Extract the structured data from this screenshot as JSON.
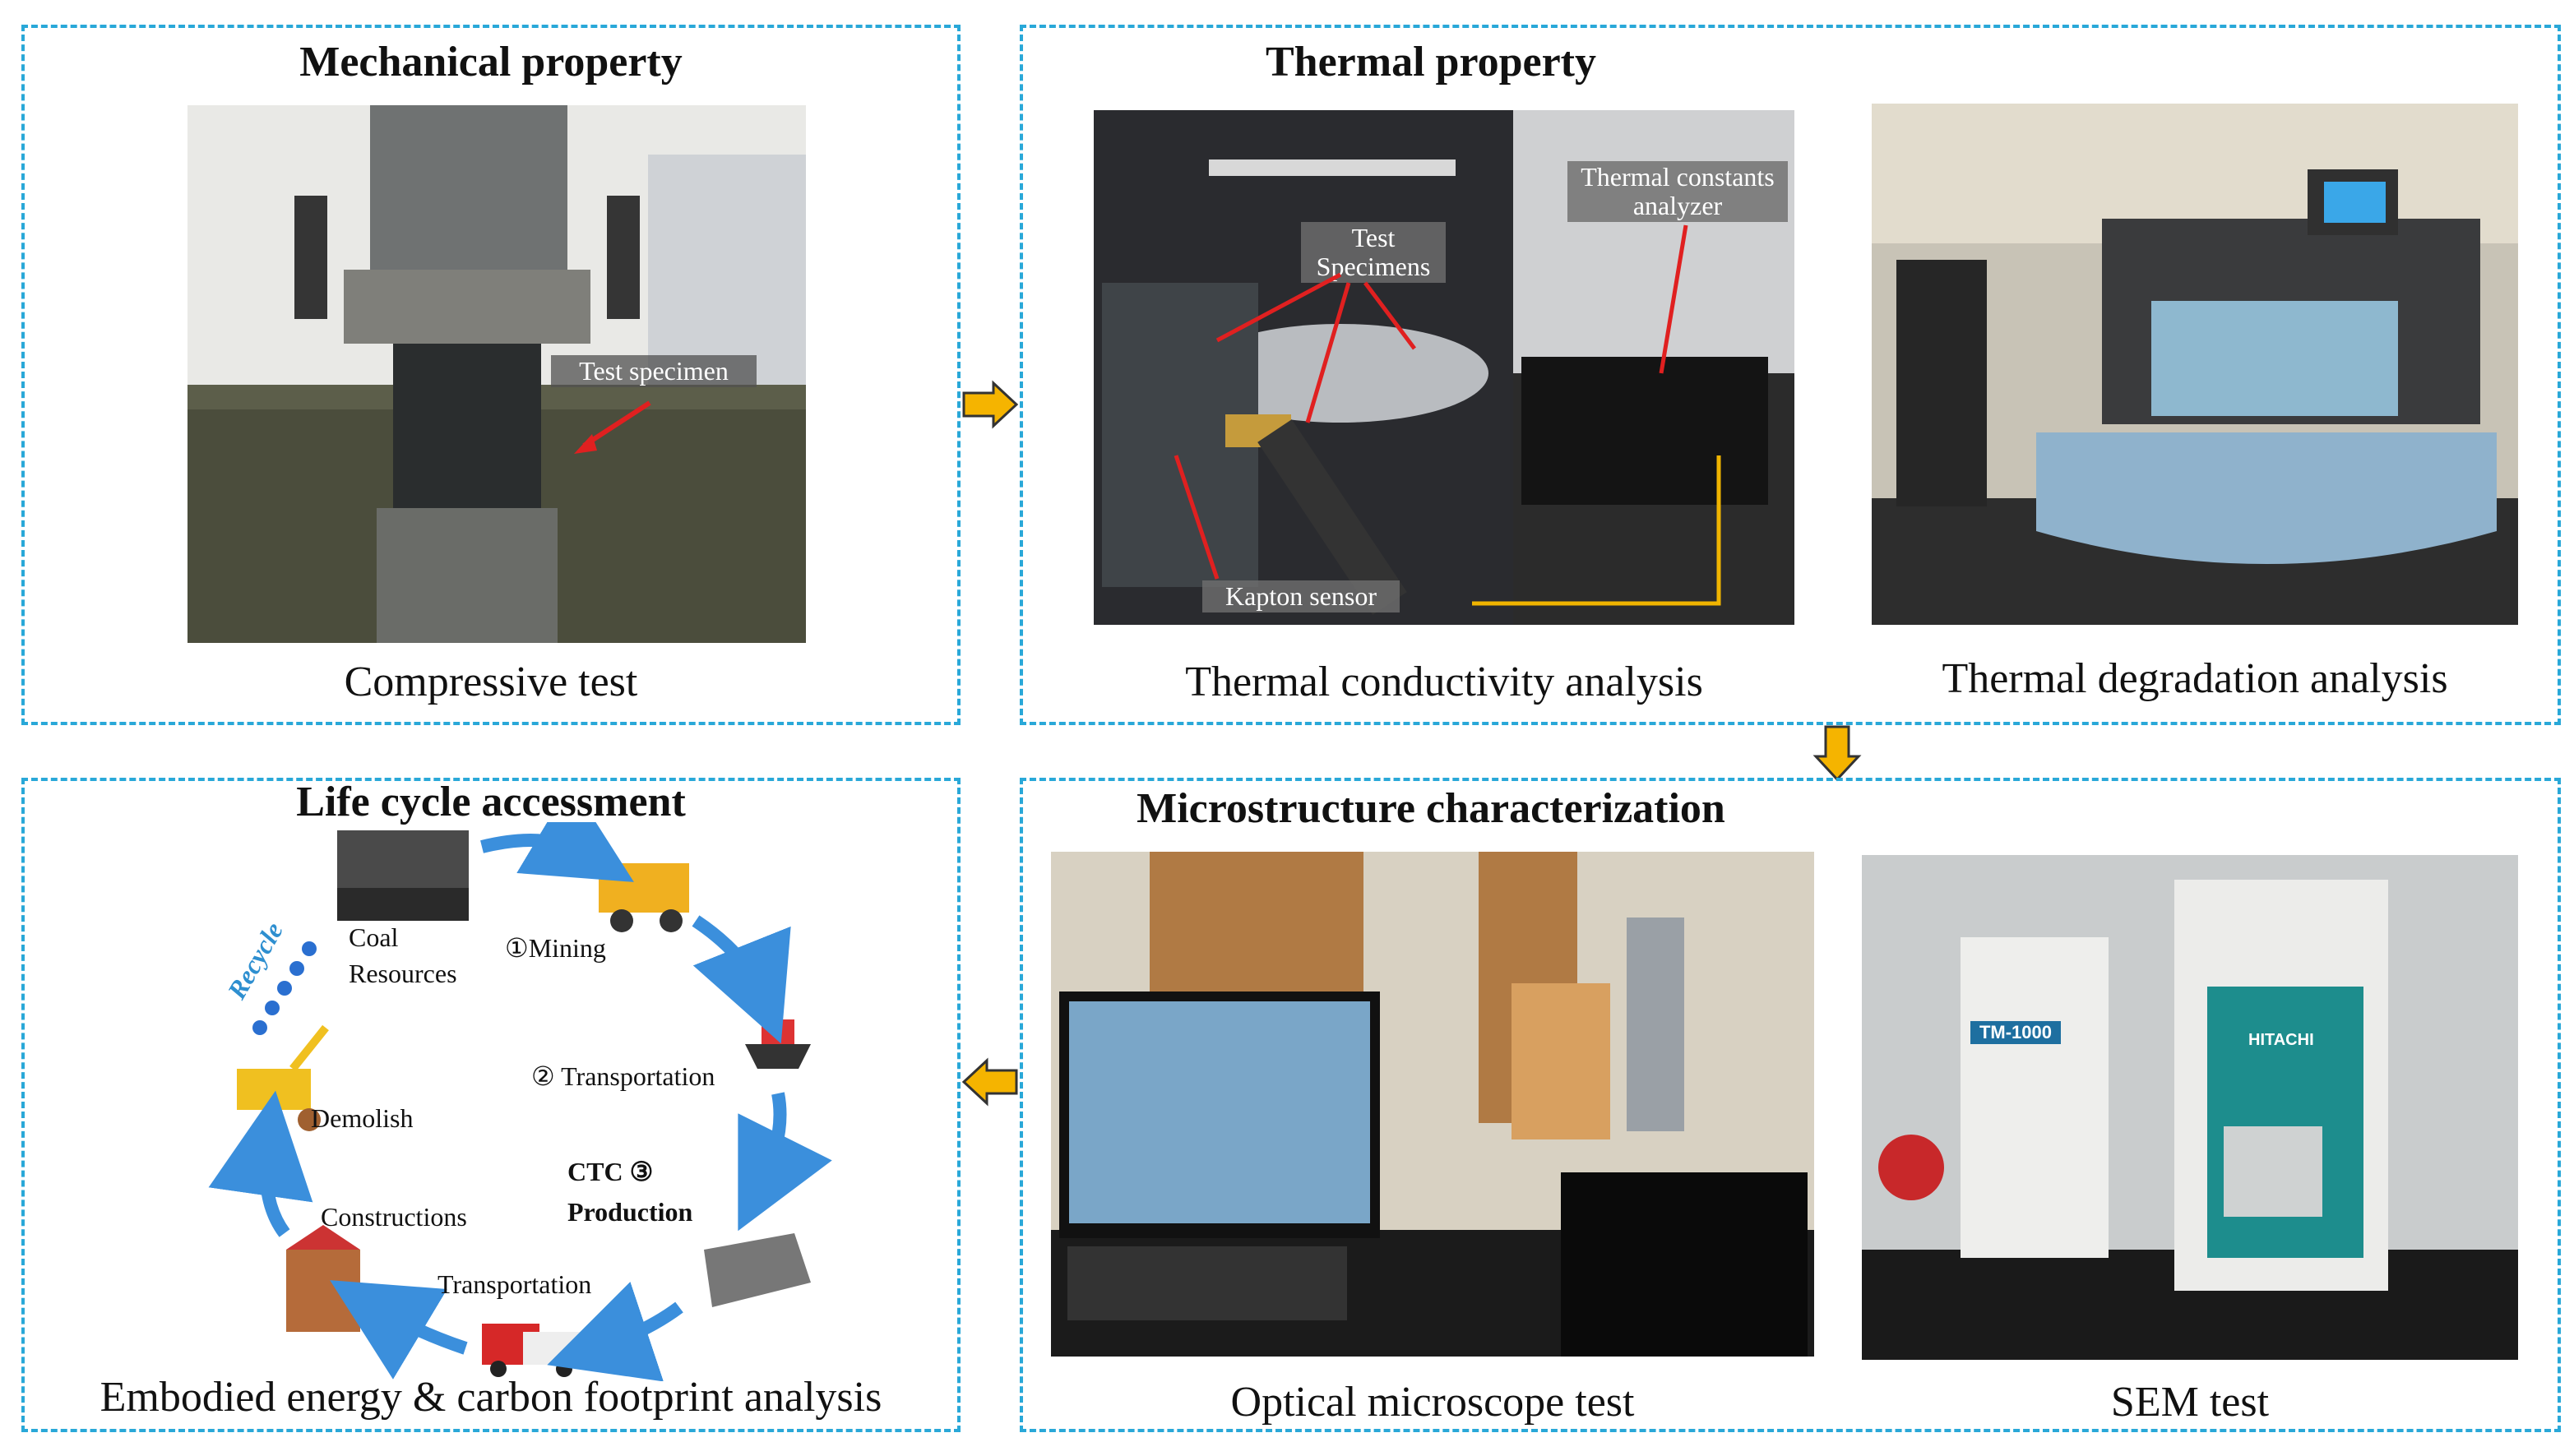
{
  "panels": {
    "mechanical": {
      "title": "Mechanical property",
      "caption": "Compressive test",
      "label": "Test specimen"
    },
    "thermal": {
      "title": "Thermal property",
      "caption_left": "Thermal conductivity analysis",
      "caption_right": "Thermal degradation analysis",
      "label_specimens": "Test Specimens",
      "label_analyzer": "Thermal constants analyzer",
      "label_sensor": "Kapton sensor"
    },
    "lca": {
      "title": "Life cycle accessment",
      "caption": "Embodied energy & carbon footprint analysis",
      "coal": "Coal",
      "resources": "Resources",
      "mining": "①Mining",
      "transport1": "② Transportation",
      "ctc": "CTC ③",
      "production": "Production",
      "transport2": "Transportation",
      "constructions": "Constructions",
      "demolish": "Demolish",
      "recycle": "Recycle"
    },
    "micro": {
      "title": "Microstructure characterization",
      "caption_left": "Optical microscope test",
      "caption_right": "SEM test",
      "tm_label": "TM-1000",
      "hitachi": "HITACHI"
    }
  },
  "colors": {
    "border": "#29a8d8",
    "flow_arrow": "#f5b400",
    "cycle_arrow": "#3b8fdc",
    "red_arrow": "#e02020"
  }
}
